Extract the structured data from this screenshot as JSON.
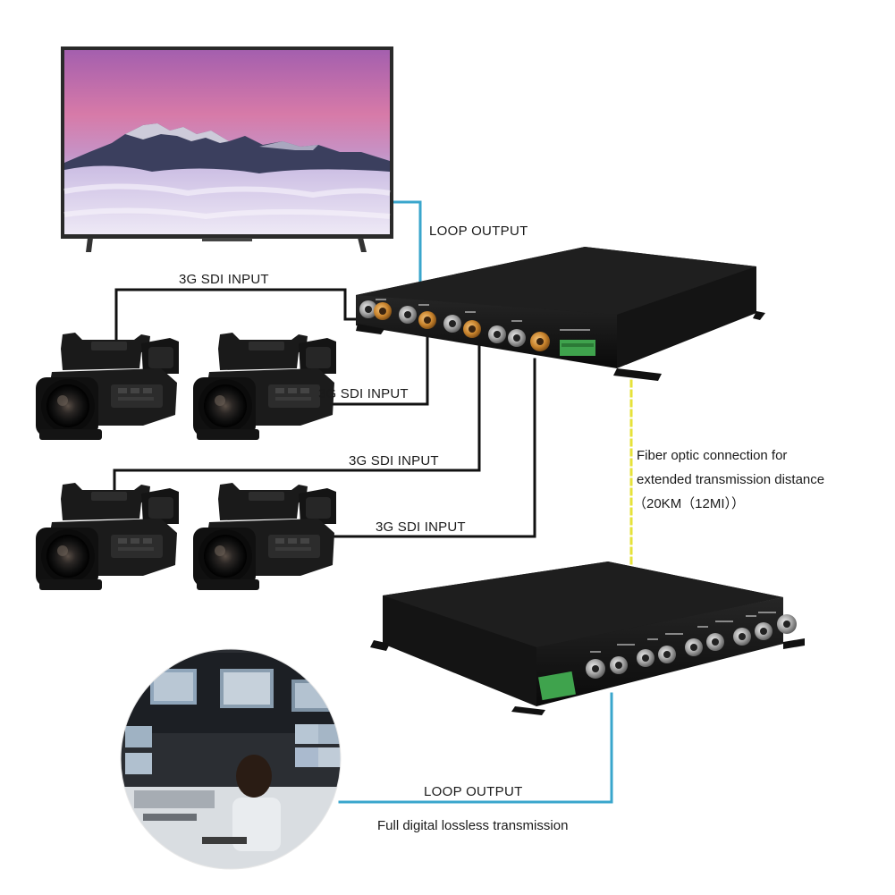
{
  "labels": {
    "loop_output_top": "LOOP OUTPUT",
    "sdi_input_1": "3G SDI INPUT",
    "sdi_input_2": "3G SDI INPUT",
    "sdi_input_3": "3G SDI INPUT",
    "sdi_input_4": "3G SDI INPUT",
    "fiber_line1": "Fiber optic connection for",
    "fiber_line2": "extended transmission distance",
    "fiber_line3": "（20KM（12MI））",
    "loop_output_bottom": "LOOP OUTPUT",
    "lossless": "Full digital lossless transmission"
  },
  "colors": {
    "cable_black": "#111111",
    "cable_blue": "#3aa6cc",
    "fiber_yellow": "#e6e23a",
    "device_body": "#1c1c1c",
    "bnc_gold": "#c8832c"
  },
  "icons": {
    "tv": "tv-icon",
    "camera": "camcorder-icon",
    "transmitter": "fiber-transmitter-icon",
    "receiver": "fiber-receiver-icon",
    "control_room": "control-room-photo"
  }
}
